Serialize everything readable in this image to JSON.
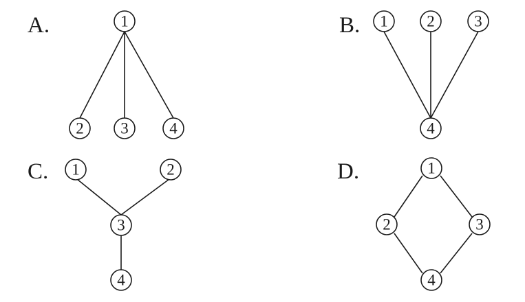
{
  "options": [
    {
      "label": "A.",
      "nodes": [
        "1",
        "2",
        "3",
        "4"
      ],
      "edges": [
        [
          "1",
          "2"
        ],
        [
          "1",
          "3"
        ],
        [
          "1",
          "4"
        ]
      ]
    },
    {
      "label": "B.",
      "nodes": [
        "1",
        "2",
        "3",
        "4"
      ],
      "edges": [
        [
          "1",
          "4"
        ],
        [
          "2",
          "4"
        ],
        [
          "3",
          "4"
        ]
      ]
    },
    {
      "label": "C.",
      "nodes": [
        "1",
        "2",
        "3",
        "4"
      ],
      "edges": [
        [
          "1",
          "3"
        ],
        [
          "2",
          "3"
        ],
        [
          "3",
          "4"
        ]
      ]
    },
    {
      "label": "D.",
      "nodes": [
        "1",
        "2",
        "3",
        "4"
      ],
      "edges": [
        [
          "1",
          "2"
        ],
        [
          "1",
          "3"
        ],
        [
          "2",
          "4"
        ],
        [
          "3",
          "4"
        ]
      ]
    }
  ]
}
